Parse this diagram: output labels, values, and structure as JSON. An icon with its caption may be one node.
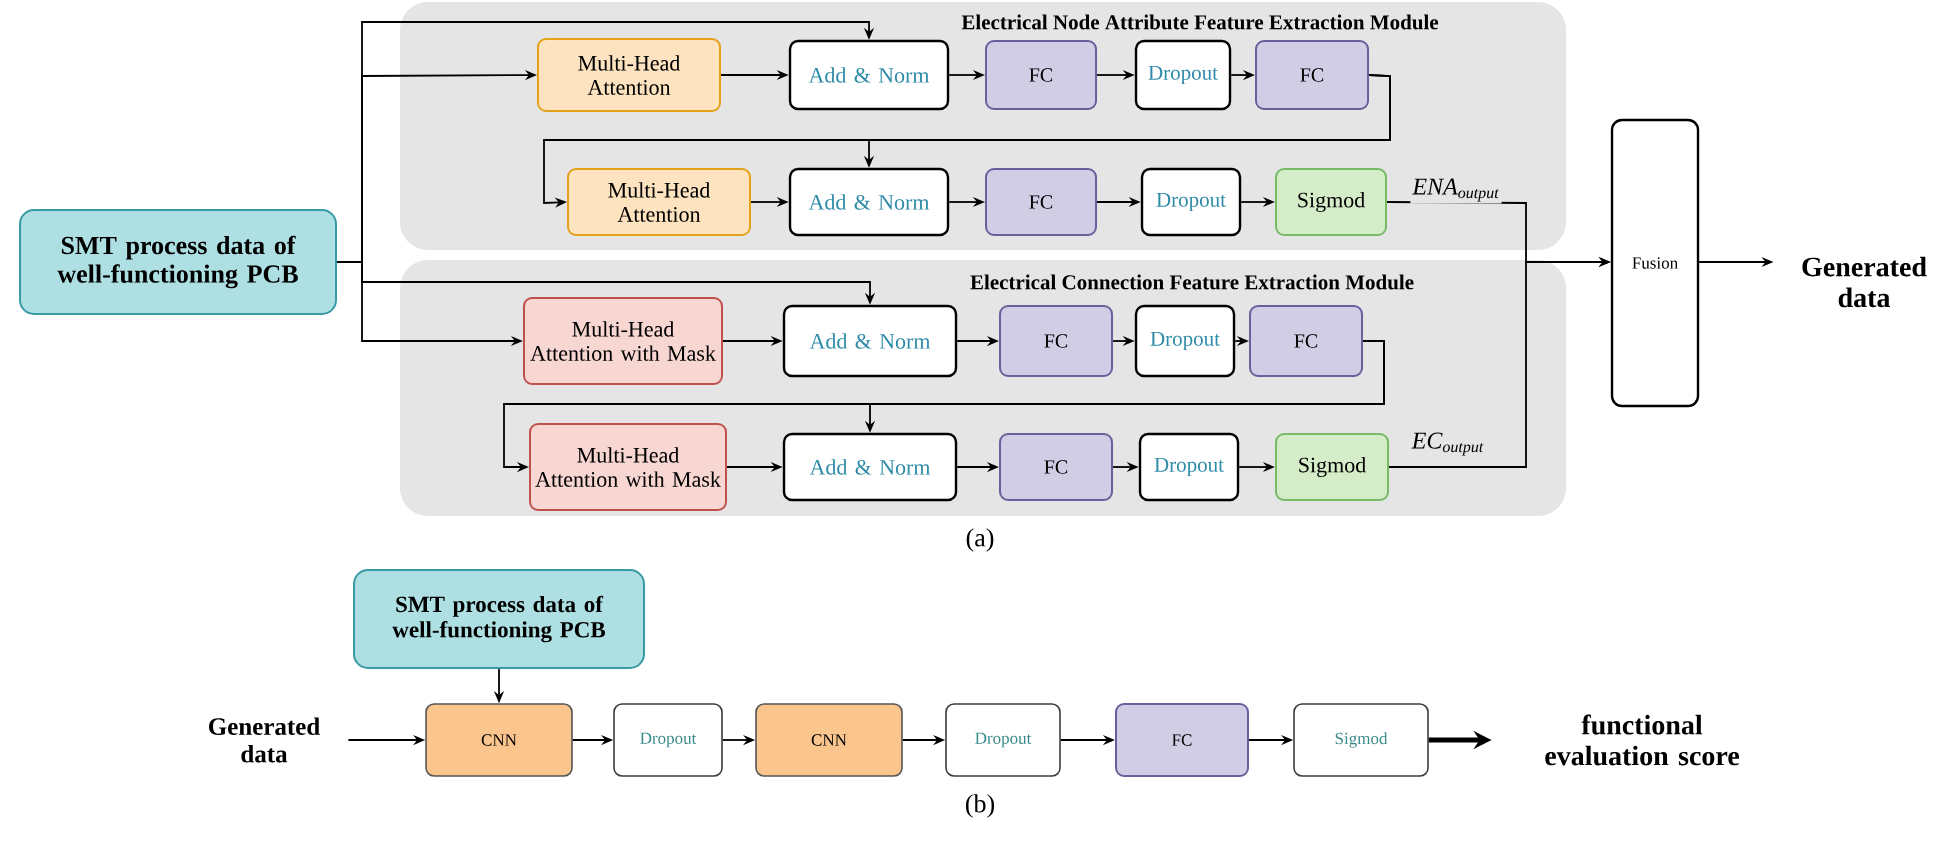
{
  "diagram": {
    "nodes": [
      {
        "text": [
          "Electrical Node Attribute Feature Extraction Module"
        ]
      },
      {
        "text": [
          "Electrical Connection Feature Extraction Module"
        ]
      },
      {
        "text": [
          "SMT process data of well-functioning PCB"
        ]
      },
      {
        "text": [
          "Multi-Head Attention"
        ],
        "in": 0
      },
      {
        "text": [
          "Add & Norm"
        ],
        "in": 0
      },
      {
        "text": [
          "FC"
        ],
        "in": 0
      },
      {
        "text": [
          "Dropout"
        ],
        "in": 0
      },
      {
        "text": [
          "FC"
        ],
        "in": 0
      },
      {
        "text": [
          "Multi-Head Attention"
        ],
        "in": 0
      },
      {
        "text": [
          "Add & Norm"
        ],
        "in": 0
      },
      {
        "text": [
          "FC"
        ],
        "in": 0
      },
      {
        "text": [
          "Dropout"
        ],
        "in": 0
      },
      {
        "text": [
          "Sigmod"
        ],
        "in": 0
      },
      {
        "text": [
          "Multi-Head Attention with Mask"
        ],
        "in": 1
      },
      {
        "text": [
          "Add & Norm"
        ],
        "in": 1
      },
      {
        "text": [
          "FC"
        ],
        "in": 1
      },
      {
        "text": [
          "Dropout"
        ],
        "in": 1
      },
      {
        "text": [
          "FC"
        ],
        "in": 1
      },
      {
        "text": [
          "Multi-Head Attention with Mask"
        ],
        "in": 1
      },
      {
        "text": [
          "Add & Norm"
        ],
        "in": 1
      },
      {
        "text": [
          "FC"
        ],
        "in": 1
      },
      {
        "text": [
          "Dropout"
        ],
        "in": 1
      },
      {
        "text": [
          "Sigmod"
        ],
        "in": 1
      },
      {
        "text": [
          "Fusion"
        ]
      },
      {
        "text": [
          "Generated data"
        ]
      },
      {
        "text": [
          "SMT process data of well-functioning PCB"
        ]
      },
      {
        "text": [
          "Generated data"
        ]
      },
      {
        "text": [
          "CNN"
        ]
      },
      {
        "text": [
          "Dropout"
        ]
      },
      {
        "text": [
          "CNN"
        ]
      },
      {
        "text": [
          "Dropout"
        ]
      },
      {
        "text": [
          "FC"
        ]
      },
      {
        "text": [
          "Sigmod"
        ]
      },
      {
        "text": [
          "functional evaluation score"
        ]
      }
    ],
    "edges": [
      {
        "from": 2,
        "to": 3,
        "arrow": "to"
      },
      {
        "from": 2,
        "to": 4,
        "arrow": "to"
      },
      {
        "from": 2,
        "to": 13,
        "arrow": "to"
      },
      {
        "from": 2,
        "to": 14,
        "arrow": "to"
      },
      {
        "from": 3,
        "to": 4,
        "arrow": "to"
      },
      {
        "from": 4,
        "to": 5,
        "arrow": "to"
      },
      {
        "from": 5,
        "to": 6,
        "arrow": "to"
      },
      {
        "from": 6,
        "to": 7,
        "arrow": "to"
      },
      {
        "from": 7,
        "to": 8,
        "arrow": "to"
      },
      {
        "from": 7,
        "to": 9,
        "arrow": "to"
      },
      {
        "from": 8,
        "to": 9,
        "arrow": "to"
      },
      {
        "from": 9,
        "to": 10,
        "arrow": "to"
      },
      {
        "from": 10,
        "to": 11,
        "arrow": "to"
      },
      {
        "from": 11,
        "to": 12,
        "arrow": "to"
      },
      {
        "from": 12,
        "to": 23,
        "arrow": "to",
        "label": "ENA$_{output}$"
      },
      {
        "from": 13,
        "to": 14,
        "arrow": "to"
      },
      {
        "from": 14,
        "to": 15,
        "arrow": "to"
      },
      {
        "from": 15,
        "to": 16,
        "arrow": "to"
      },
      {
        "from": 16,
        "to": 17,
        "arrow": "to"
      },
      {
        "from": 17,
        "to": 18,
        "arrow": "to"
      },
      {
        "from": 17,
        "to": 19,
        "arrow": "to"
      },
      {
        "from": 18,
        "to": 19,
        "arrow": "to"
      },
      {
        "from": 19,
        "to": 20,
        "arrow": "to"
      },
      {
        "from": 20,
        "to": 21,
        "arrow": "to"
      },
      {
        "from": 21,
        "to": 22,
        "arrow": "to"
      },
      {
        "from": 22,
        "to": 23,
        "arrow": "to",
        "label": "EC$_{output}$"
      },
      {
        "from": 23,
        "to": 24,
        "arrow": "to"
      },
      {
        "from": 25,
        "to": 27,
        "arrow": "to"
      },
      {
        "from": 26,
        "to": 27,
        "arrow": "to"
      },
      {
        "from": 27,
        "to": 28,
        "arrow": "to"
      },
      {
        "from": 28,
        "to": 29,
        "arrow": "to"
      },
      {
        "from": 29,
        "to": 30,
        "arrow": "to"
      },
      {
        "from": 30,
        "to": 31,
        "arrow": "to"
      },
      {
        "from": 31,
        "to": 32,
        "arrow": "to"
      },
      {
        "from": 32,
        "to": 33,
        "arrow": "to",
        "style": "thick"
      }
    ],
    "labels": [
      "(a)",
      "(b)"
    ]
  }
}
